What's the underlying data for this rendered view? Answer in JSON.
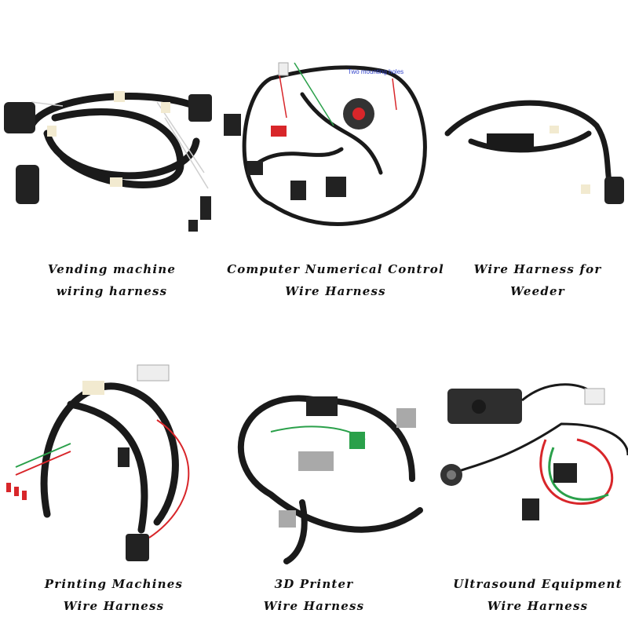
{
  "products": [
    {
      "caption_line1": "Vending machine",
      "caption_line2": "wiring harness"
    },
    {
      "caption_line1": "Computer Numerical Control",
      "caption_line2": "Wire Harness",
      "annotation": "Two mounting holes"
    },
    {
      "caption_line1": "Wire Harness for",
      "caption_line2": "Weeder"
    },
    {
      "caption_line1": "Printing Machines",
      "caption_line2": "Wire Harness"
    },
    {
      "caption_line1": "3D Printer",
      "caption_line2": "Wire Harness"
    },
    {
      "caption_line1": "Ultrasound Equipment",
      "caption_line2": "Wire Harness"
    }
  ],
  "colors": {
    "sleeve": "#1a1a1a",
    "tape": "#f2ead0",
    "wire_red": "#d8262a",
    "wire_green": "#2aa04a",
    "connector_gray": "#a9a9a9"
  }
}
